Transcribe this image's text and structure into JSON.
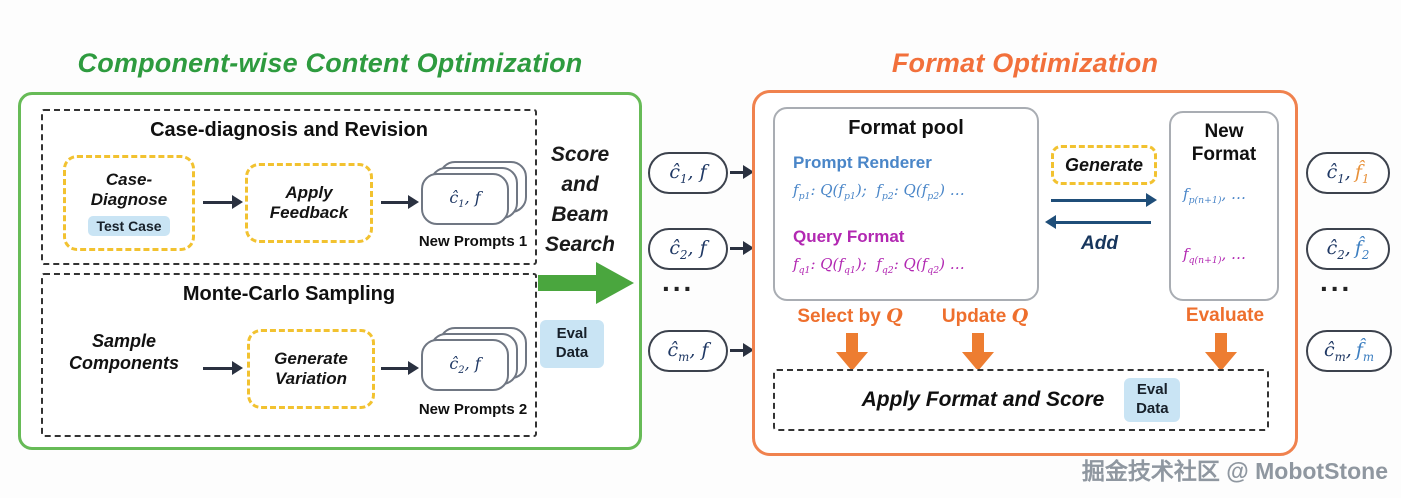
{
  "colors": {
    "green_title": "#2e9b3f",
    "green_border": "#67bb57",
    "green_arrow": "#4aa63e",
    "orange_title": "#f2703b",
    "orange_border": "#f0824e",
    "orange_arrow": "#ed7d31",
    "yellow_dashed": "#f2c230",
    "blue_text": "#4a86c8",
    "magenta_text": "#b228b2",
    "navy_math": "#1f3864",
    "badge_blue": "#c9e4f4"
  },
  "titles": {
    "left": "Component-wise Content Optimization",
    "right": "Format Optimization"
  },
  "content_opt": {
    "case_box": {
      "title": "Case-diagnosis and Revision",
      "step1": "Case-Diagnose",
      "step1_badge": "Test Case",
      "step2": "Apply Feedback",
      "output_label": "ĉ<sub>1</sub>, f",
      "output_caption": "New Prompts 1"
    },
    "mc_box": {
      "title": "Monte-Carlo Sampling",
      "input_label": "Sample Components",
      "step": "Generate Variation",
      "output_label": "ĉ<sub>2</sub>, f",
      "output_caption": "New Prompts 2"
    }
  },
  "middle": {
    "score_lines": [
      "Score",
      "and",
      "Beam",
      "Search"
    ],
    "eval_badge": "Eval Data",
    "dots": "...",
    "pills": [
      "ĉ<sub>1</sub>, f",
      "ĉ<sub>2</sub>, f",
      "ĉ<sub>m</sub>, f"
    ]
  },
  "format_opt": {
    "pool": {
      "title": "Format pool",
      "renderer_label": "Prompt Renderer",
      "renderer_formats": "f<sub>p1</sub>: Q(f<sub>p1</sub>); &nbsp;f<sub>p2</sub>: Q(f<sub>p2</sub>) …",
      "query_label": "Query Format",
      "query_formats": "f<sub>q1</sub>: Q(f<sub>q1</sub>); &nbsp;f<sub>q2</sub>: Q(f<sub>q2</sub>) …"
    },
    "generate_label": "Generate",
    "add_label": "Add",
    "new_format": {
      "title": "New Format",
      "renderer_new": "f<sub>p(n+1)</sub>, …",
      "query_new": "f<sub>q(n+1)</sub>, …"
    },
    "select_label": "Select by <span class=\"math\">Q</span>",
    "update_label": "Update <span class=\"math\">Q</span>",
    "evaluate_label": "Evaluate",
    "apply_label": "Apply Format and Score",
    "apply_badge": "Eval Data"
  },
  "outputs": {
    "dots": "...",
    "pills": [
      {
        "c": "ĉ<sub>1</sub>,",
        "f": "f̂<sub>1</sub>",
        "color": "#e8913a"
      },
      {
        "c": "ĉ<sub>2</sub>,",
        "f": "f̂<sub>2</sub>",
        "color": "#3d7fc1"
      },
      {
        "c": "ĉ<sub>m</sub>,",
        "f": "f̂<sub>m</sub>",
        "color": "#3d7fc1"
      }
    ]
  },
  "watermark": "掘金技术社区 @ MobotStone"
}
